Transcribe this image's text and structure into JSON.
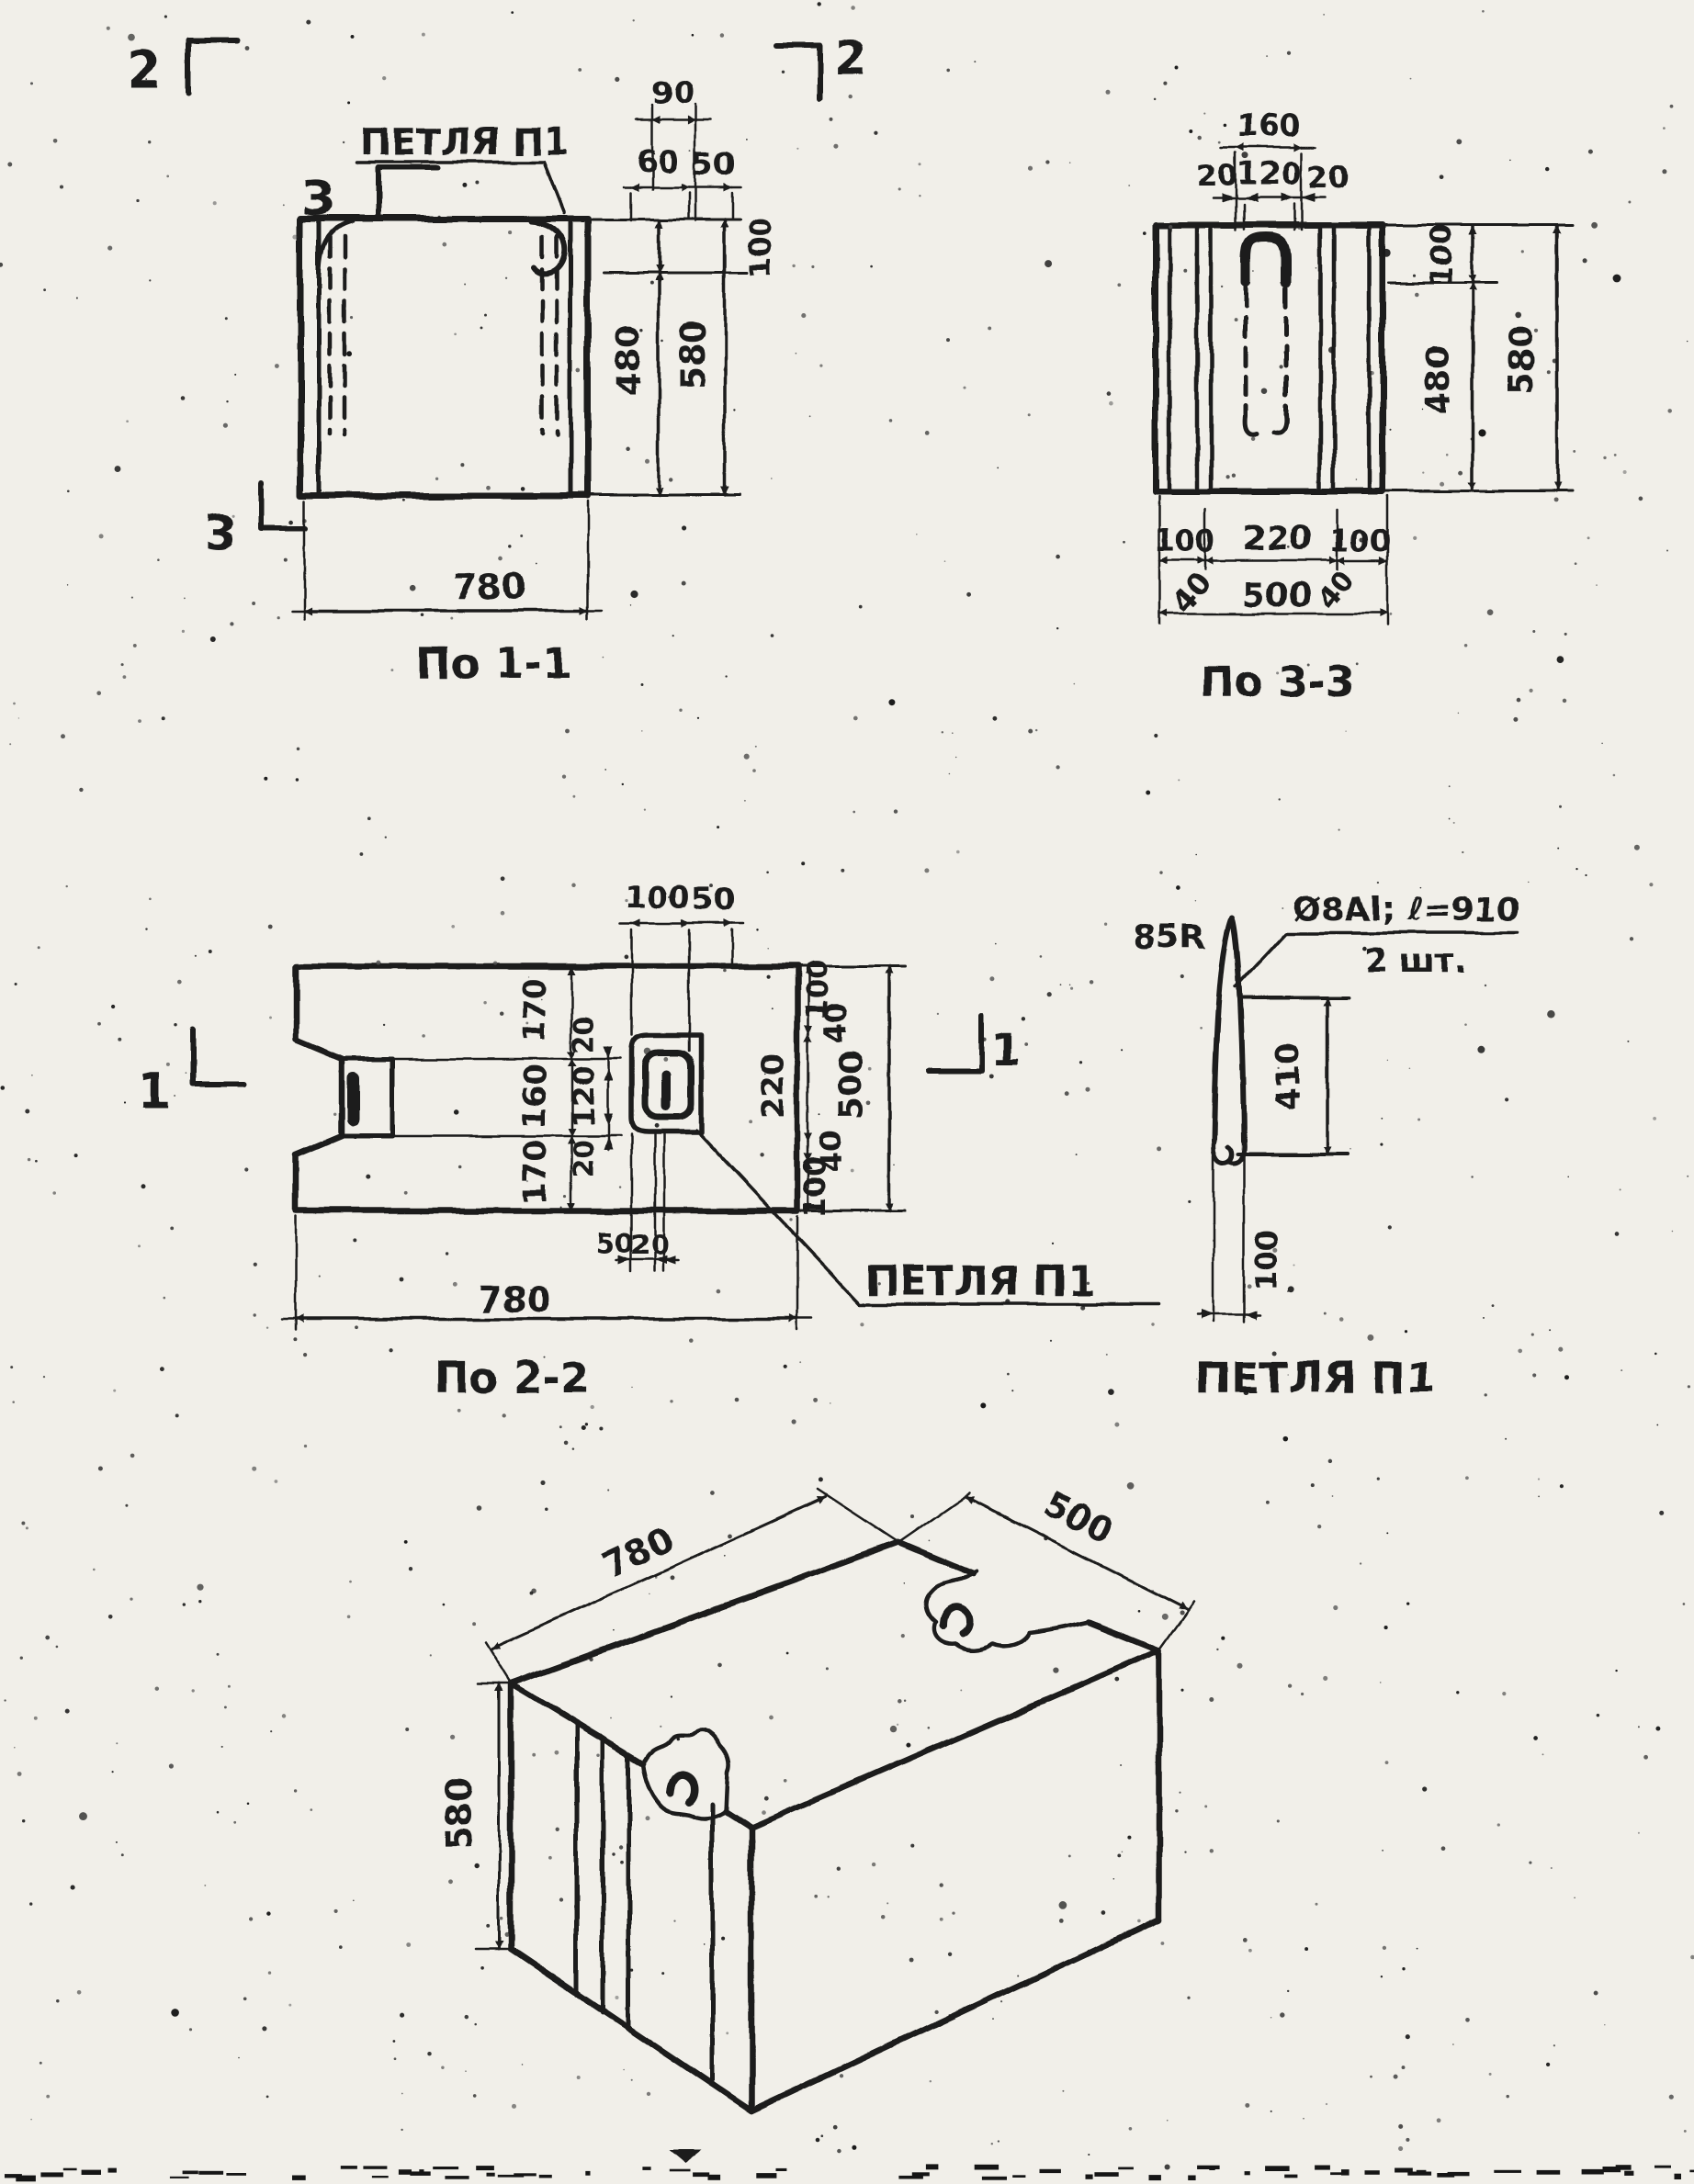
{
  "drawing": {
    "section_1_1": {
      "caption": "По 1-1",
      "loop_label": "ПЕТЛЯ П1",
      "dim_width": "780",
      "dim_height_total": "580",
      "dim_height_inner": "480",
      "dim_top_offset": "100",
      "dim_loop_w": "90",
      "dim_loop_a": "60",
      "dim_loop_b": "50",
      "mark_2": "2",
      "mark_3": "3"
    },
    "section_3_3": {
      "caption": "По 3-3",
      "dim_top_total": "160",
      "dim_top_left": "20",
      "dim_top_mid": "120",
      "dim_top_right": "20",
      "dim_right_offset": "100",
      "dim_right_inner": "480",
      "dim_right_total": "580",
      "dim_bot_left": "100",
      "dim_bot_mid": "220",
      "dim_bot_right": "100",
      "dim_bot_edge_left": "40",
      "dim_bot_edge_right": "40",
      "dim_bot_total": "500"
    },
    "section_2_2": {
      "caption": "По 2-2",
      "loop_label": "ПЕТЛЯ П1",
      "dim_top_a": "100",
      "dim_top_b": "50",
      "left_chain": [
        "170",
        "160",
        "170"
      ],
      "slot_chain": [
        "20",
        "120",
        "20"
      ],
      "right_chain": [
        "100",
        "40",
        "220",
        "40",
        "100"
      ],
      "dim_right_total": "500",
      "pocket_a": "50",
      "pocket_b": "20",
      "dim_width": "780",
      "mark_1": "1"
    },
    "loop_detail": {
      "caption": "ПЕТЛЯ П1",
      "bend_radius": "85R",
      "spec": "Ø8АI; ℓ=910",
      "qty": "2 шт.",
      "dim_height": "410",
      "dim_width": "100"
    },
    "isometric": {
      "dim_length": "780",
      "dim_width": "500",
      "dim_height": "580"
    }
  }
}
